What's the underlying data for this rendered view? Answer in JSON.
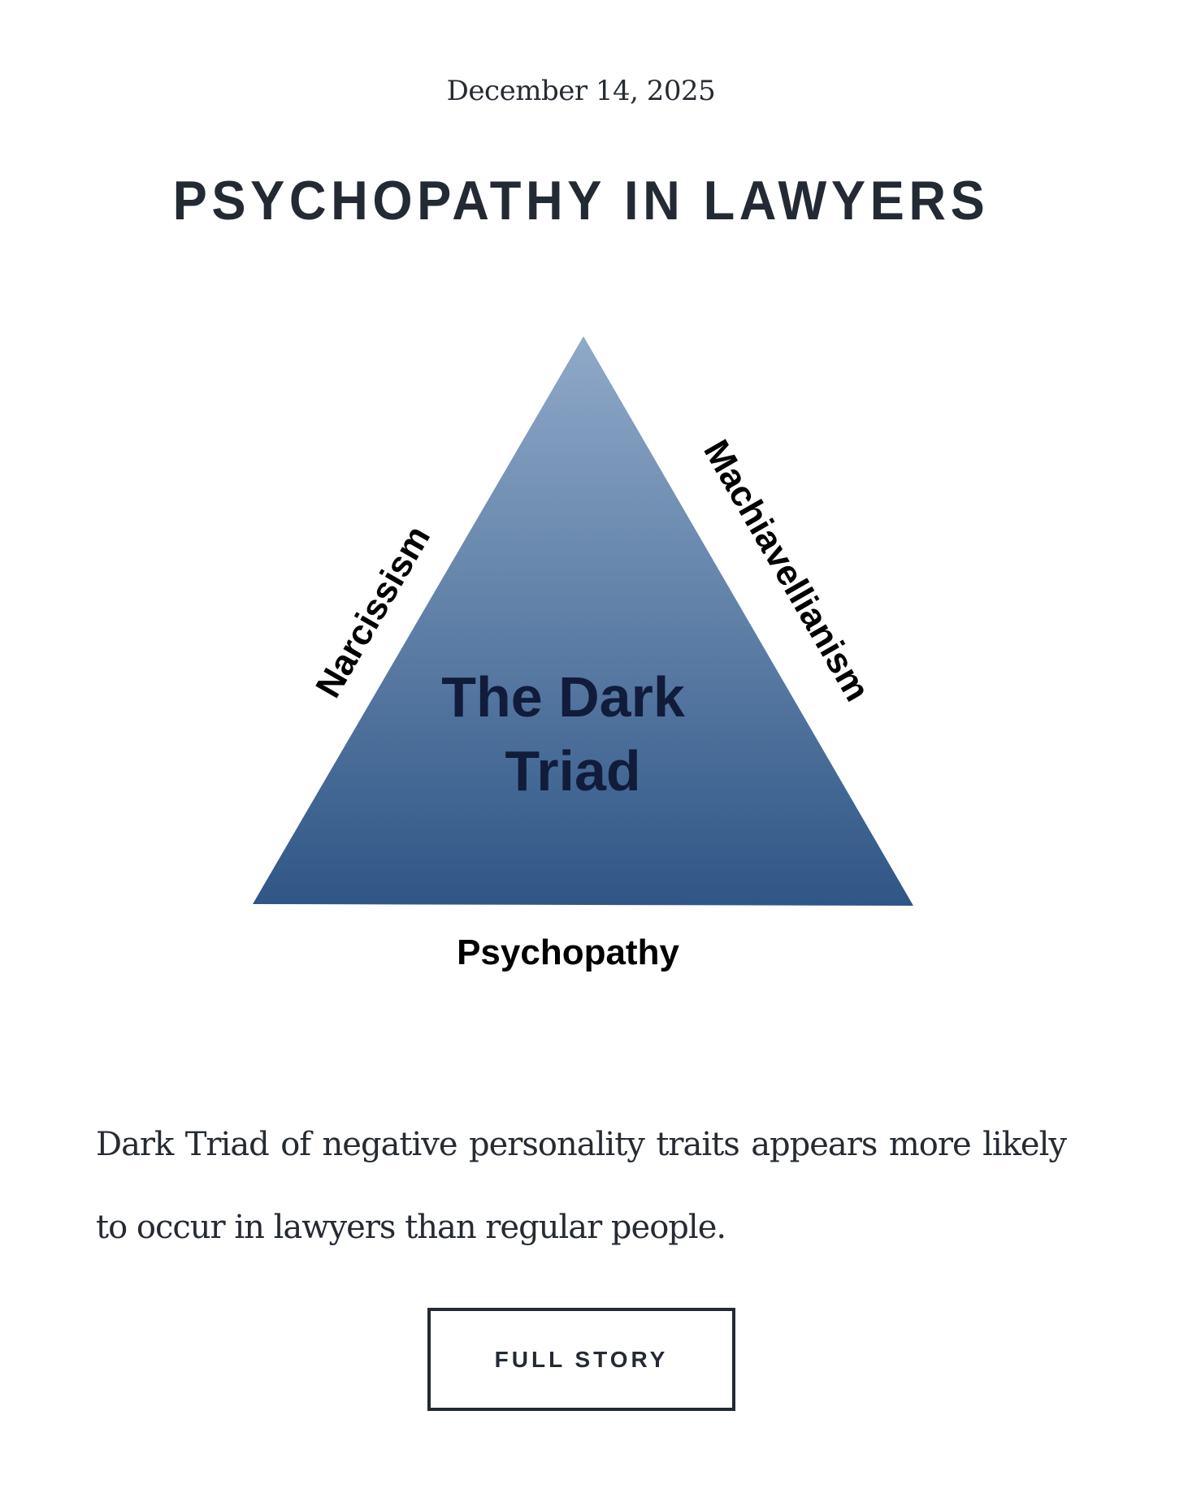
{
  "article": {
    "date": "December 14, 2025",
    "title": "PSYCHOPATHY IN LAWYERS",
    "summary": "Dark Triad of negative personality traits appears more likely to occur in lawyers than regular people.",
    "cta_label": "FULL STORY"
  },
  "diagram": {
    "center_line1": "The Dark",
    "center_line2": "Triad",
    "label_left": "Narcissism",
    "label_right": "Machiavellianism",
    "label_bottom": "Psychopathy",
    "gradient_top": "#8fa9c8",
    "gradient_bottom": "#2f5686",
    "center_text_color": "#111c3a"
  },
  "colors": {
    "text": "#242a33",
    "background": "#ffffff"
  }
}
